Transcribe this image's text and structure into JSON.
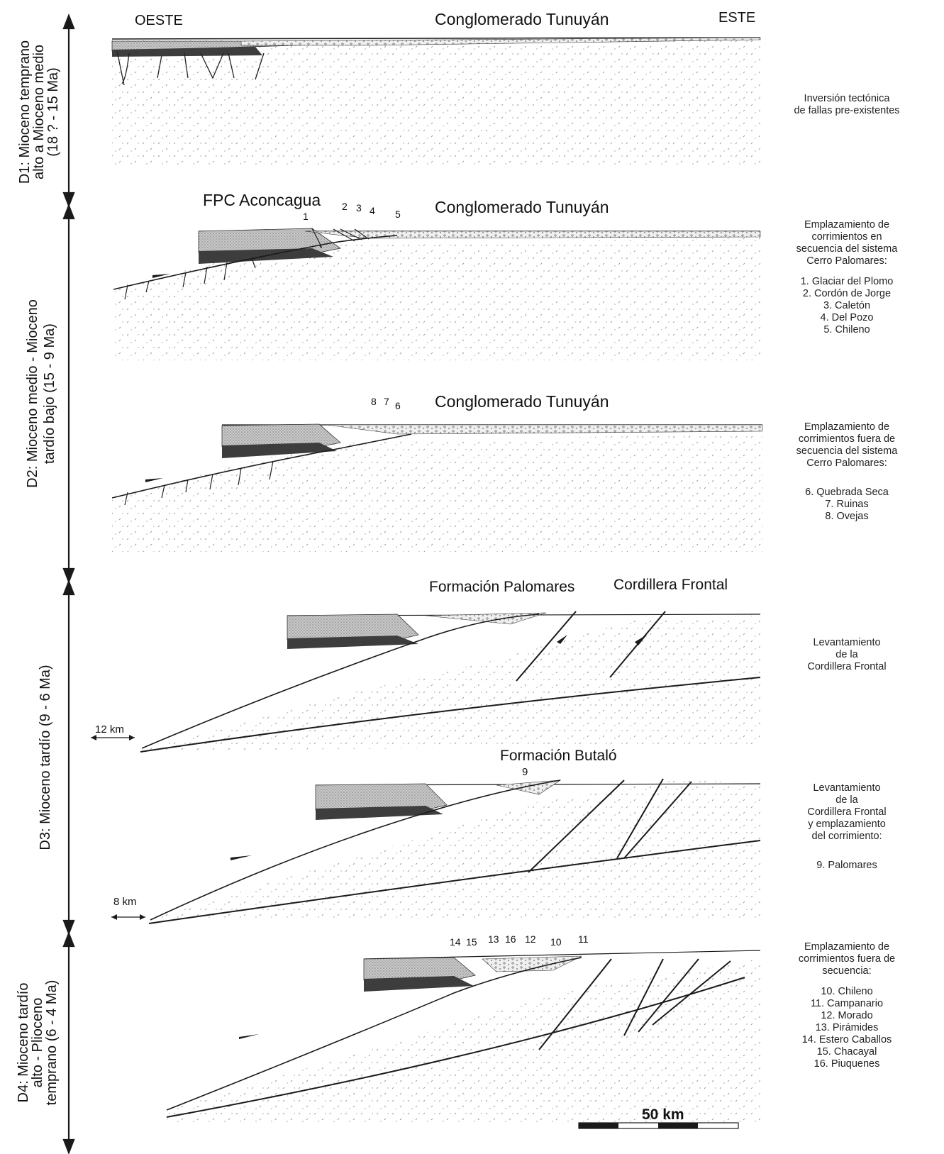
{
  "direction": {
    "west": "OESTE",
    "east": "ESTE"
  },
  "stages": [
    {
      "line1": "D1: Mioceno temprano",
      "line2": "alto a Mioceno medio",
      "line3": "(18 ? - 15 Ma)"
    },
    {
      "line1": "D2: Mioceno medio - Mioceno",
      "line2": "tardío bajo  (15 - 9 Ma)"
    },
    {
      "line1": "D3: Mioceno tardío (9 - 6 Ma)"
    },
    {
      "line1": "D4: Mioceno tardío",
      "line2": "alto - Plioceno",
      "line3": "temprano (6 - 4 Ma)"
    }
  ],
  "sections": {
    "s1": {
      "title": "Conglomerado Tunuyán"
    },
    "s2": {
      "title": "Conglomerado Tunuyán",
      "label": "FPC Aconcagua",
      "faults": [
        "1",
        "2",
        "3",
        "4",
        "5"
      ]
    },
    "s3": {
      "title": "Conglomerado Tunuyán",
      "faults": [
        "8",
        "7",
        "6"
      ]
    },
    "s4": {
      "title_left": "Formación Palomares",
      "title_right": "Cordillera Frontal",
      "scale": "12 km"
    },
    "s5": {
      "title": "Formación Butaló",
      "faults": [
        "9"
      ],
      "scale": "8 km"
    },
    "s6": {
      "faults": [
        "14",
        "15",
        "13",
        "16",
        "12",
        "10",
        "11"
      ],
      "scalebar": "50 km"
    }
  },
  "side_notes": [
    {
      "lines": [
        "Inversión tectónica",
        "de fallas pre-existentes"
      ],
      "items": []
    },
    {
      "lines": [
        "Emplazamiento de",
        "corrimientos en",
        "secuencia del sistema",
        "Cerro Palomares:"
      ],
      "items": [
        "1. Glaciar del Plomo",
        "2. Cordón de Jorge",
        "3. Caletón",
        "4. Del Pozo",
        "5. Chileno"
      ]
    },
    {
      "lines": [
        "Emplazamiento de",
        "corrimientos fuera de",
        "secuencia del sistema",
        "Cerro Palomares:"
      ],
      "items": [
        "6. Quebrada Seca",
        "7. Ruinas",
        "8. Ovejas"
      ]
    },
    {
      "lines": [
        "Levantamiento",
        "de la",
        "Cordillera Frontal"
      ],
      "items": []
    },
    {
      "lines": [
        "Levantamiento",
        "de la",
        "Cordillera Frontal",
        "y emplazamiento",
        "del corrimiento:"
      ],
      "items": [
        "9. Palomares"
      ]
    },
    {
      "lines": [
        "Emplazamiento de",
        "corrimientos fuera de",
        "secuencia:"
      ],
      "items": [
        "10. Chileno",
        "11. Campanario",
        "12. Morado",
        "13. Pirámides",
        "14. Estero Caballos",
        "15. Chacayal",
        "16. Piuquenes"
      ]
    }
  ],
  "colors": {
    "ink": "#1a1a1a",
    "stipple": "#9a9a9a",
    "dark_unit": "#3d3d3d",
    "hatch_unit": "#b5b5b5",
    "conglomerate": "#e6e6e6"
  }
}
